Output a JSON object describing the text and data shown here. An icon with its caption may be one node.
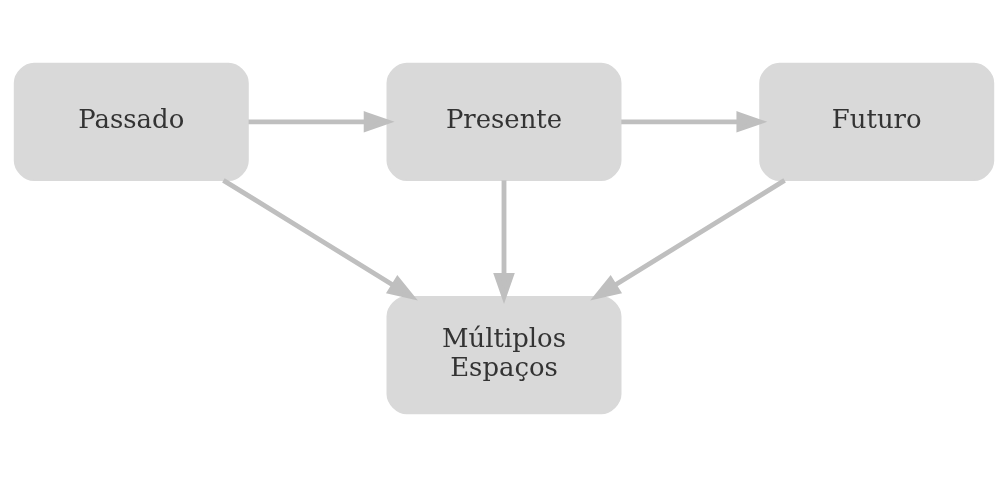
{
  "diagram": {
    "nodes": [
      {
        "text": [
          "Passado"
        ]
      },
      {
        "text": [
          "Presente"
        ]
      },
      {
        "text": [
          "Futuro"
        ]
      },
      {
        "text": [
          "Múltiplos Espaços"
        ]
      }
    ],
    "edges": [
      {
        "from": 0,
        "to": 1,
        "arrow": "to"
      },
      {
        "from": 1,
        "to": 2,
        "arrow": "to"
      },
      {
        "from": 0,
        "to": 3,
        "arrow": "to"
      },
      {
        "from": 1,
        "to": 3,
        "arrow": "to"
      },
      {
        "from": 2,
        "to": 3,
        "arrow": "to"
      }
    ]
  }
}
